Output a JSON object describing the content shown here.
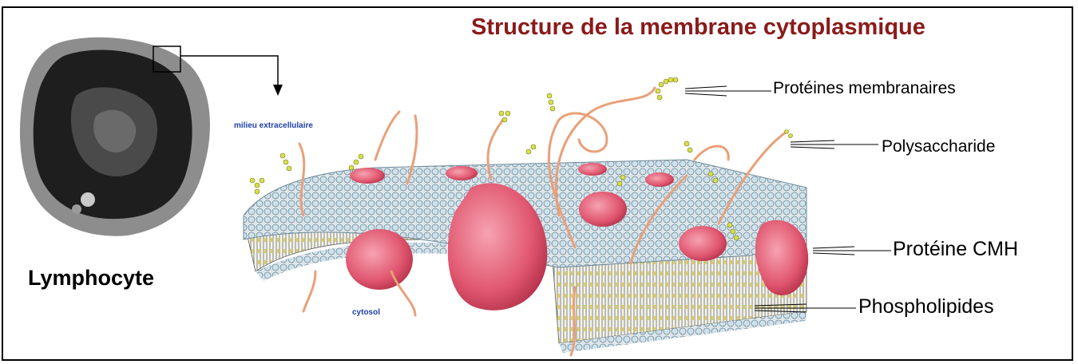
{
  "title": "Structure de la membrane cytoplasmique",
  "cell_label": "Lymphocyte",
  "labels": {
    "membrane_proteins": "Protéines membranaires",
    "polysaccharide": "Polysaccharide",
    "mhc_protein": "Protéine CMH",
    "phospholipids": "Phospholipides",
    "extracellular": "milieu extracellulaire",
    "cytosol": "cytosol"
  },
  "colors": {
    "title": "#8b1a1a",
    "protein": "#e0566f",
    "head": "#a9cfe3",
    "tail": "#e8d23a",
    "chain": "#e9a07a",
    "inner_label": "#1f3fa8"
  }
}
